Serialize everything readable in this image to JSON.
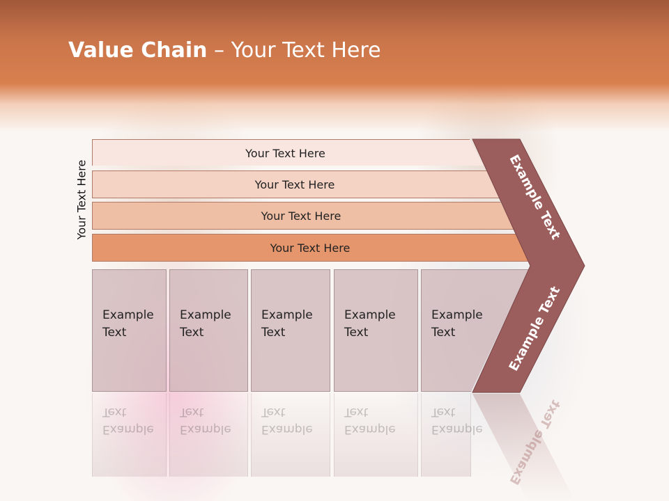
{
  "slide": {
    "title_bold": "Value Chain",
    "title_rest": " – Your Text Here",
    "vertical_label": "Your Text Here",
    "bands": [
      "Your Text Here",
      "Your Text Here",
      "Your Text Here",
      "Your Text Here"
    ],
    "boxes": [
      {
        "line1": "Example",
        "line2": "Text"
      },
      {
        "line1": "Example",
        "line2": "Text"
      },
      {
        "line1": "Example",
        "line2": "Text"
      },
      {
        "line1": "Example",
        "line2": "Text"
      },
      {
        "line1": "Example",
        "line2": "Text"
      }
    ],
    "chevron_top_text": "Example Text",
    "chevron_bottom_text": "Example Text"
  },
  "colors": {
    "header": "#c9744a",
    "chevron": "#9c5d5d",
    "band_4": "#e6966c",
    "box": "#cfb6b9"
  }
}
